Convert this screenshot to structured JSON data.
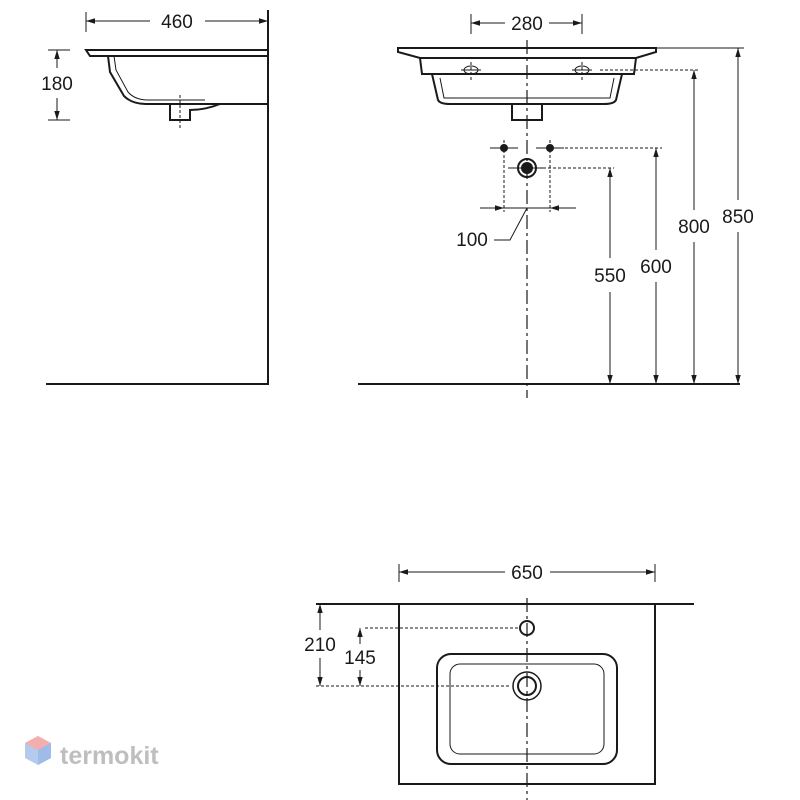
{
  "dimensions": {
    "side_depth": "460",
    "side_height": "180",
    "tap_spacing": "280",
    "pipe_spacing": "100",
    "drain_height": "550",
    "supply_height": "600",
    "rim_height": "800",
    "top_height": "850",
    "width": "650",
    "tap_hole_depth": "210",
    "drain_depth": "145"
  },
  "watermark": {
    "text": "termokit",
    "icon": "hexagon-logo-icon"
  },
  "colors": {
    "line": "#1a1a1a",
    "watermark_gray": "#b3b3b3",
    "logo_red": "#f2a0a0",
    "logo_blue": "#a9c3ec"
  }
}
